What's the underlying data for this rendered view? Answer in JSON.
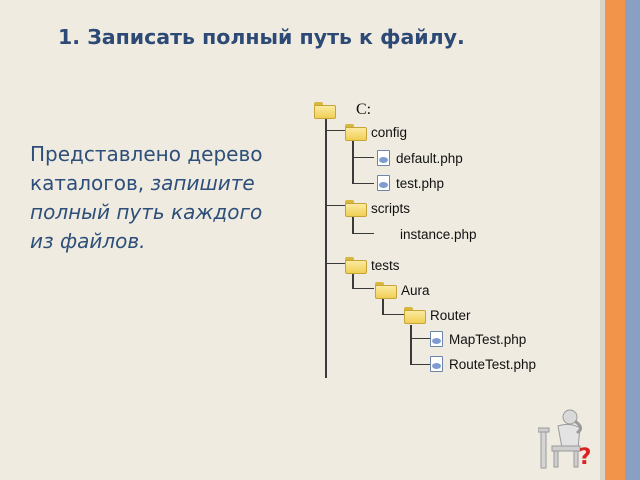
{
  "slide": {
    "title": "1. Записать полный путь к файлу.",
    "description_regular": "Представлено дерево каталогов,",
    "description_italic": "запишите полный путь каждого из файлов."
  },
  "tree": {
    "root": "C:",
    "config": "config",
    "default_php": "default.php",
    "test_php": "test.php",
    "scripts": "scripts",
    "instance_php": "instance.php",
    "tests": "tests",
    "aura": "Aura",
    "router": "Router",
    "maptest_php": "MapTest.php",
    "routetest_php": "RouteTest.php"
  },
  "decor": {
    "help_icon": "thinking-figure-question-icon",
    "help_glyph": "?",
    "accent_orange": "#f2954a",
    "accent_blue": "#8aa0c2",
    "title_color": "#2c4a75"
  }
}
